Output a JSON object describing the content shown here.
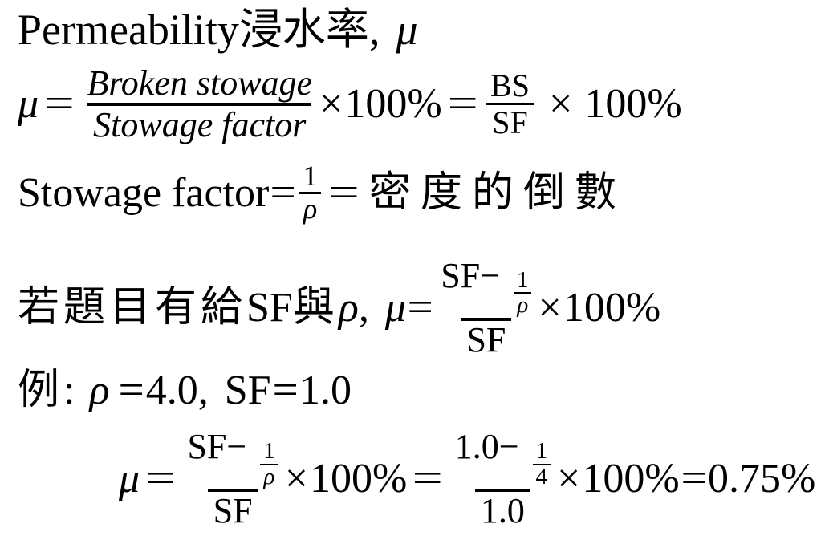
{
  "page": {
    "background": "#ffffff",
    "text_color": "#000000"
  },
  "title": {
    "en": "Permeability",
    "zh": "浸水率",
    "comma": ",",
    "mu": "μ"
  },
  "eq_main": {
    "mu": "μ",
    "eq_a": "=",
    "frac_words": {
      "num": "Broken stowage",
      "den": "Stowage factor"
    },
    "times_a": "×",
    "pct_a": "100%",
    "eq_b": "=",
    "frac_abbr": {
      "num": "BS",
      "den": "SF"
    },
    "times_b": "×",
    "pct_b": "100%"
  },
  "eq_sf": {
    "lhs": "Stowage factor",
    "eq_a": "=",
    "frac": {
      "num": "1",
      "den": "ρ"
    },
    "eq_b": "=",
    "rhs": "密度的倒數"
  },
  "eq_given": {
    "prefix": "若題目有給",
    "sf": "SF",
    "and_char": "與",
    "rho": "ρ",
    "comma": ",",
    "mu": "μ",
    "eq": "=",
    "frac": {
      "num_left": "SF−",
      "inner": {
        "num": "1",
        "den": "ρ"
      },
      "den": "SF"
    },
    "times": "×",
    "pct": "100%"
  },
  "example": {
    "label": "例",
    "colon": ":",
    "rho": "ρ",
    "eq_a": "=",
    "rho_val": "4.0",
    "comma": ",",
    "sf": "SF",
    "eq_b": "=",
    "sf_val": "1.0"
  },
  "eq_calc": {
    "mu": "μ",
    "eq_a": "=",
    "frac_sym": {
      "num_left": "SF−",
      "inner": {
        "num": "1",
        "den": "ρ"
      },
      "den": "SF"
    },
    "times_a": "×",
    "pct_a": "100%",
    "eq_b": "=",
    "frac_val": {
      "num_left": "1.0−",
      "inner": {
        "num": "1",
        "den": "4"
      },
      "den": "1.0"
    },
    "times_b": "×",
    "pct_b": "100%",
    "eq_c": "=",
    "result": "0.75%"
  }
}
